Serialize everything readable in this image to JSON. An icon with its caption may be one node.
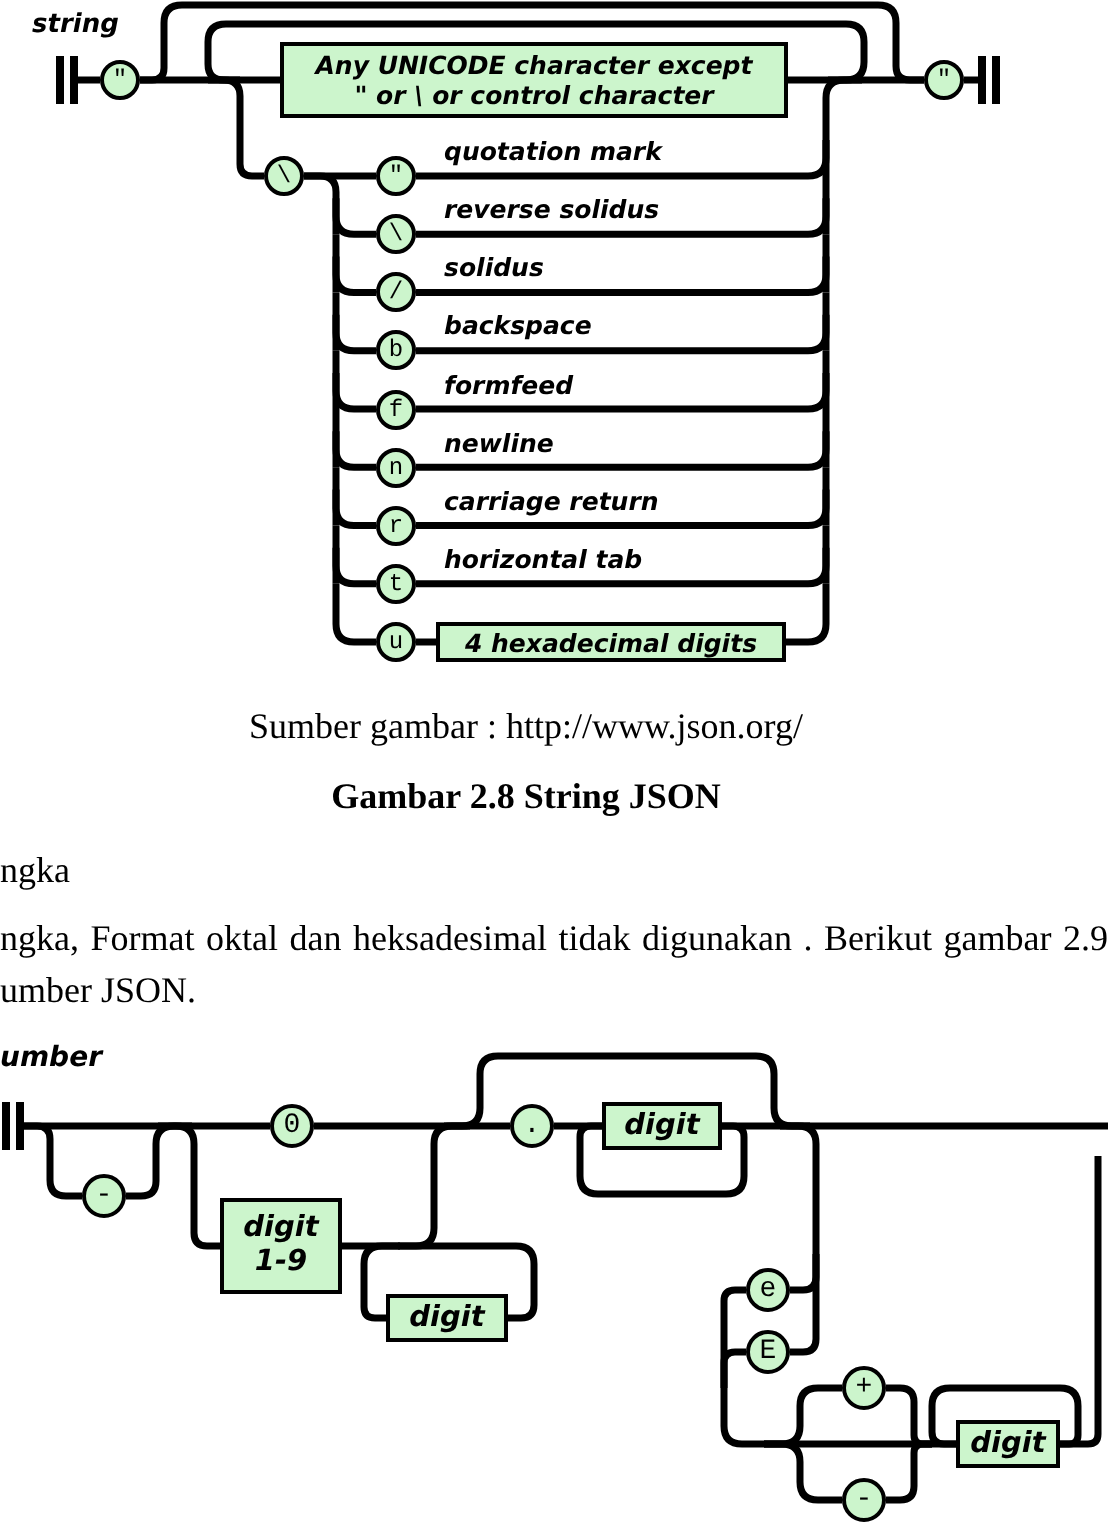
{
  "diagram": {
    "caption": "Gambar 2.8 String JSON",
    "nodes": [
      {
        "text": [],
        "shape": "bar"
      },
      {
        "text": [
          "\""
        ]
      },
      {
        "text": [
          "Any UNICODE character except \" or \\ or control character"
        ]
      },
      {
        "text": [
          "\\"
        ]
      },
      {
        "text": [
          "\""
        ],
        "beside": [
          "quotation mark"
        ]
      },
      {
        "text": [
          "\\"
        ],
        "beside": [
          "reverse solidus"
        ]
      },
      {
        "text": [
          "/"
        ],
        "beside": [
          "solidus"
        ]
      },
      {
        "text": [
          "b"
        ],
        "beside": [
          "backspace"
        ]
      },
      {
        "text": [
          "f"
        ],
        "beside": [
          "formfeed"
        ]
      },
      {
        "text": [
          "n"
        ],
        "beside": [
          "newline"
        ]
      },
      {
        "text": [
          "r"
        ],
        "beside": [
          "carriage return"
        ]
      },
      {
        "text": [
          "t"
        ],
        "beside": [
          "horizontal tab"
        ]
      },
      {
        "text": [
          "u"
        ]
      },
      {
        "text": [
          "4 hexadecimal digits"
        ]
      },
      {
        "text": [
          "\""
        ]
      },
      {
        "text": [],
        "shape": "bar"
      },
      {
        "text": [],
        "shape": "bar"
      },
      {
        "text": [
          "-"
        ]
      },
      {
        "text": [
          "0"
        ]
      },
      {
        "text": [
          "digit 1-9"
        ]
      },
      {
        "text": [
          "digit"
        ]
      },
      {
        "text": [
          "."
        ]
      },
      {
        "text": [
          "digit"
        ]
      },
      {
        "text": [
          "e"
        ]
      },
      {
        "text": [
          "E"
        ]
      },
      {
        "text": [
          "+"
        ]
      },
      {
        "text": [
          "-"
        ]
      },
      {
        "text": [
          "digit"
        ]
      }
    ],
    "edges": [
      {
        "from": 0,
        "to": 1,
        "arrow": "none"
      },
      {
        "from": 1,
        "to": 2,
        "arrow": "none"
      },
      {
        "from": 1,
        "to": 3,
        "arrow": "none"
      },
      {
        "from": 1,
        "to": 14,
        "arrow": "none"
      },
      {
        "from": 2,
        "to": 14,
        "arrow": "none"
      },
      {
        "from": 3,
        "to": 4,
        "arrow": "none"
      },
      {
        "from": 3,
        "to": 5,
        "arrow": "none"
      },
      {
        "from": 3,
        "to": 6,
        "arrow": "none"
      },
      {
        "from": 3,
        "to": 7,
        "arrow": "none"
      },
      {
        "from": 3,
        "to": 8,
        "arrow": "none"
      },
      {
        "from": 3,
        "to": 9,
        "arrow": "none"
      },
      {
        "from": 3,
        "to": 10,
        "arrow": "none"
      },
      {
        "from": 3,
        "to": 11,
        "arrow": "none"
      },
      {
        "from": 3,
        "to": 12,
        "arrow": "none"
      },
      {
        "from": 4,
        "to": 14,
        "arrow": "none"
      },
      {
        "from": 5,
        "to": 14,
        "arrow": "none"
      },
      {
        "from": 6,
        "to": 14,
        "arrow": "none"
      },
      {
        "from": 7,
        "to": 14,
        "arrow": "none"
      },
      {
        "from": 8,
        "to": 14,
        "arrow": "none"
      },
      {
        "from": 9,
        "to": 14,
        "arrow": "none"
      },
      {
        "from": 10,
        "to": 14,
        "arrow": "none"
      },
      {
        "from": 11,
        "to": 14,
        "arrow": "none"
      },
      {
        "from": 12,
        "to": 13,
        "arrow": "none"
      },
      {
        "from": 13,
        "to": 14,
        "arrow": "none"
      },
      {
        "from": 14,
        "to": 15,
        "arrow": "none"
      },
      {
        "from": 2,
        "to": 2,
        "arrow": "none"
      },
      {
        "from": 2,
        "to": 3,
        "arrow": "none"
      },
      {
        "from": 4,
        "to": 2,
        "arrow": "none"
      },
      {
        "from": 4,
        "to": 3,
        "arrow": "none"
      },
      {
        "from": 5,
        "to": 2,
        "arrow": "none"
      },
      {
        "from": 5,
        "to": 3,
        "arrow": "none"
      },
      {
        "from": 6,
        "to": 2,
        "arrow": "none"
      },
      {
        "from": 6,
        "to": 3,
        "arrow": "none"
      },
      {
        "from": 7,
        "to": 2,
        "arrow": "none"
      },
      {
        "from": 7,
        "to": 3,
        "arrow": "none"
      },
      {
        "from": 8,
        "to": 2,
        "arrow": "none"
      },
      {
        "from": 8,
        "to": 3,
        "arrow": "none"
      },
      {
        "from": 9,
        "to": 2,
        "arrow": "none"
      },
      {
        "from": 9,
        "to": 3,
        "arrow": "none"
      },
      {
        "from": 10,
        "to": 2,
        "arrow": "none"
      },
      {
        "from": 10,
        "to": 3,
        "arrow": "none"
      },
      {
        "from": 11,
        "to": 2,
        "arrow": "none"
      },
      {
        "from": 11,
        "to": 3,
        "arrow": "none"
      },
      {
        "from": 13,
        "to": 2,
        "arrow": "none"
      },
      {
        "from": 13,
        "to": 3,
        "arrow": "none"
      },
      {
        "from": 16,
        "to": 17,
        "arrow": "none"
      },
      {
        "from": 16,
        "to": 18,
        "arrow": "none"
      },
      {
        "from": 16,
        "to": 19,
        "arrow": "none"
      },
      {
        "from": 17,
        "to": 18,
        "arrow": "none"
      },
      {
        "from": 17,
        "to": 19,
        "arrow": "none"
      },
      {
        "from": 18,
        "to": 21,
        "arrow": "none"
      },
      {
        "from": 18,
        "to": 23,
        "arrow": "none"
      },
      {
        "from": 18,
        "to": 24,
        "arrow": "none"
      },
      {
        "from": 18,
        "to": null,
        "arrow": "none"
      },
      {
        "from": 19,
        "to": 20,
        "arrow": "none"
      },
      {
        "from": 19,
        "to": 21,
        "arrow": "none"
      },
      {
        "from": 19,
        "to": 23,
        "arrow": "none"
      },
      {
        "from": 19,
        "to": 24,
        "arrow": "none"
      },
      {
        "from": 19,
        "to": null,
        "arrow": "none"
      },
      {
        "from": 20,
        "to": 20,
        "arrow": "none"
      },
      {
        "from": 20,
        "to": 21,
        "arrow": "none"
      },
      {
        "from": 20,
        "to": 23,
        "arrow": "none"
      },
      {
        "from": 20,
        "to": 24,
        "arrow": "none"
      },
      {
        "from": 20,
        "to": null,
        "arrow": "none"
      },
      {
        "from": 21,
        "to": 22,
        "arrow": "none"
      },
      {
        "from": 22,
        "to": 22,
        "arrow": "none"
      },
      {
        "from": 22,
        "to": 23,
        "arrow": "none"
      },
      {
        "from": 22,
        "to": 24,
        "arrow": "none"
      },
      {
        "from": 22,
        "to": null,
        "arrow": "none"
      },
      {
        "from": 23,
        "to": 25,
        "arrow": "none"
      },
      {
        "from": 23,
        "to": 26,
        "arrow": "none"
      },
      {
        "from": 23,
        "to": 27,
        "arrow": "none"
      },
      {
        "from": 24,
        "to": 25,
        "arrow": "none"
      },
      {
        "from": 24,
        "to": 26,
        "arrow": "none"
      },
      {
        "from": 24,
        "to": 27,
        "arrow": "none"
      },
      {
        "from": 25,
        "to": 27,
        "arrow": "none"
      },
      {
        "from": 26,
        "to": 27,
        "arrow": "none"
      },
      {
        "from": 27,
        "to": 27,
        "arrow": "none"
      },
      {
        "from": 27,
        "to": null,
        "arrow": "none"
      }
    ],
    "labels": [
      "string",
      "Sumber gambar : http://www.json.org/",
      "ngka",
      "ngka, Format oktal dan heksadesimal tidak digunakan . Berikut gambar 2.9 umber JSON.",
      "umber"
    ]
  }
}
